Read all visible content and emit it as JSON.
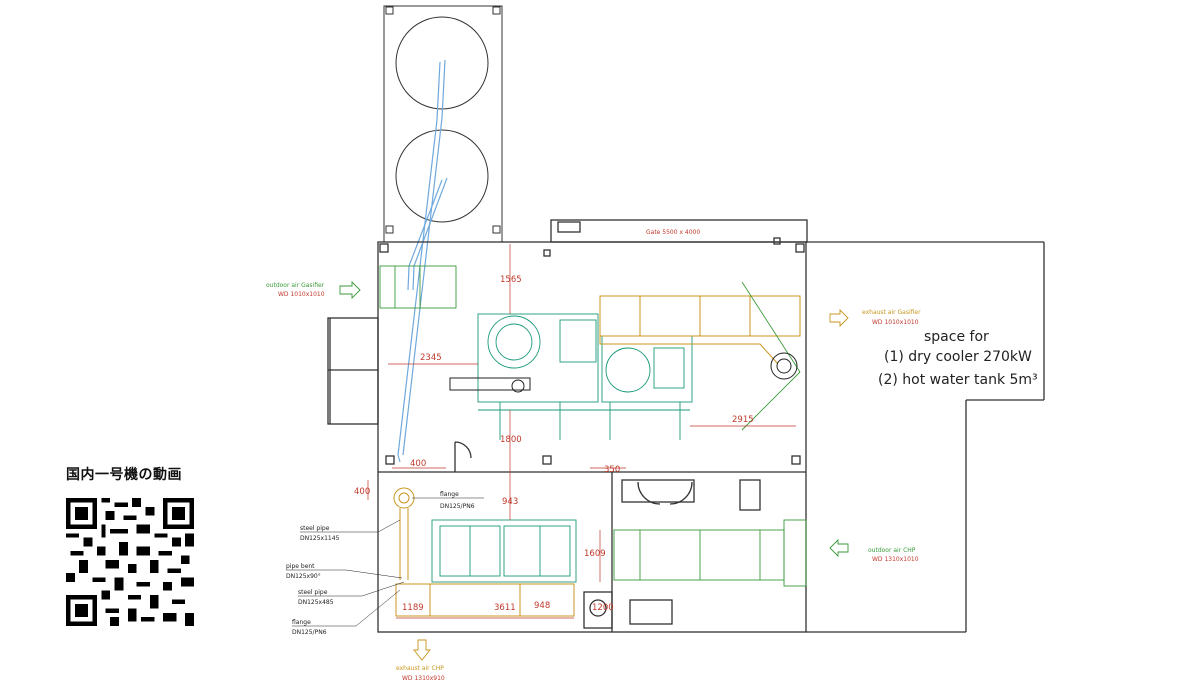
{
  "labels": {
    "gate": "Gate 5500 x 4000",
    "outdoor_gasifier_title": "outdoor air Gasifier",
    "outdoor_gasifier_size": "WD 1010x1010",
    "exhaust_gasifier_title": "exhaust air Gasifier",
    "exhaust_gasifier_size": "WD 1010x1010",
    "outdoor_chp_title": "outdoor air CHP",
    "outdoor_chp_size": "WD 1310x1010",
    "exhaust_chp_title": "exhaust air CHP",
    "exhaust_chp_size": "WD 1310x910",
    "flange_top": "flange",
    "flange_top_spec": "DN125/PN6",
    "steel_pipe_1": "steel pipe",
    "steel_pipe_1_spec": "DN125x1145",
    "pipe_bent": "pipe bent",
    "pipe_bent_spec": "DN125x90°",
    "steel_pipe_2": "steel pipe",
    "steel_pipe_2_spec": "DN125x485",
    "flange_bottom": "flange",
    "flange_bottom_spec": "DN125/PN6"
  },
  "dimensions": {
    "d1565": "1565",
    "d2345": "2345",
    "d1800": "1800",
    "d2915": "2915",
    "d400a": "400",
    "d400b": "400",
    "d350": "350",
    "d943": "943",
    "d1609": "1609",
    "d1189": "1189",
    "d3611": "3611",
    "d948": "948",
    "d1200": "1200"
  },
  "note": {
    "line1": "space for",
    "line2": "(1) dry cooler 270kW",
    "line3": "(2) hot water tank 5m³"
  },
  "qr": {
    "title": "国内一号機の動画"
  },
  "colors": {
    "wall": "#333333",
    "dimension": "#c0392b",
    "air_in": "#3a9a3a",
    "air_out": "#c8961e",
    "pipe": "#6fa8dc",
    "equipment": "#1a9a7a"
  }
}
